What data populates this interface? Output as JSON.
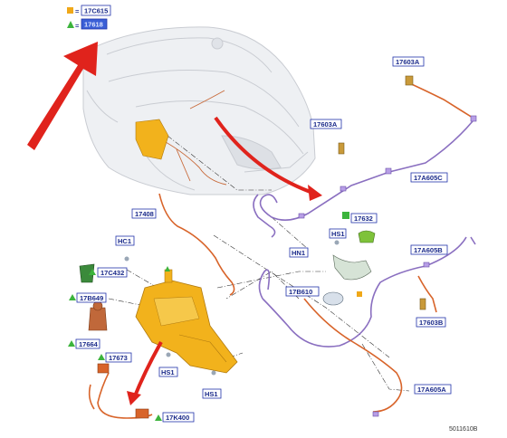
{
  "legend": {
    "square_code": "17C615",
    "triangle_code": "17618",
    "eq": "="
  },
  "labels": {
    "l17603A_top": "17603A",
    "l17603A_mid": "17603A",
    "l17A605C": "17A605C",
    "l17408": "17408",
    "l17632": "17632",
    "lHS1_top": "HS1",
    "lHN1": "HN1",
    "l17B610": "17B610",
    "l17A605B": "17A605B",
    "l17603B": "17603B",
    "l17A605A": "17A605A",
    "lHC1": "HC1",
    "l17C432": "17C432",
    "l17B649": "17B649",
    "l17664": "17664",
    "l17673": "17673",
    "lHS1_mid": "HS1",
    "lHS1_bot": "HS1",
    "l17K400": "17K400"
  },
  "doc_id": "5011610B",
  "colors": {
    "arrow_red": "#e0231c",
    "label_blue": "#1a2a8a",
    "tank_orange": "#f2b21c",
    "hose_purple": "#8a6fc0",
    "hose_orange": "#d8642a",
    "marker_green": "#3cb43c",
    "marker_yellow": "#f0a818"
  }
}
